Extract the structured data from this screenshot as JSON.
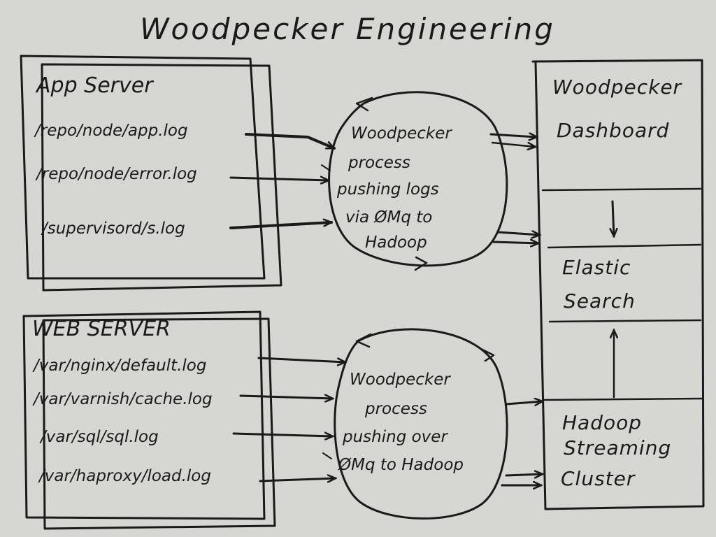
{
  "title": "Woodpecker Engineering",
  "app_server": {
    "title": "App Server",
    "logs": [
      "/repo/node/app.log",
      "/repo/node/error.log",
      "/supervisord/s.log"
    ]
  },
  "web_server": {
    "title": "WEB SERVER",
    "logs": [
      "/var/nginx/default.log",
      "/var/varnish/cache.log",
      "/var/sql/sql.log",
      "/var/haproxy/load.log"
    ]
  },
  "process_top": {
    "lines": [
      "Woodpecker",
      "process",
      "pushing logs",
      "via ØMq to",
      "Hadoop"
    ]
  },
  "process_bottom": {
    "lines": [
      "Woodpecker",
      "process",
      "pushing over",
      "ØMq to Hadoop"
    ]
  },
  "right_stack": {
    "dashboard": [
      "Woodpecker",
      "Dashboard"
    ],
    "elastic": [
      "Elastic",
      "Search"
    ],
    "hadoop": [
      "Hadoop",
      "Streaming",
      "Cluster"
    ]
  }
}
